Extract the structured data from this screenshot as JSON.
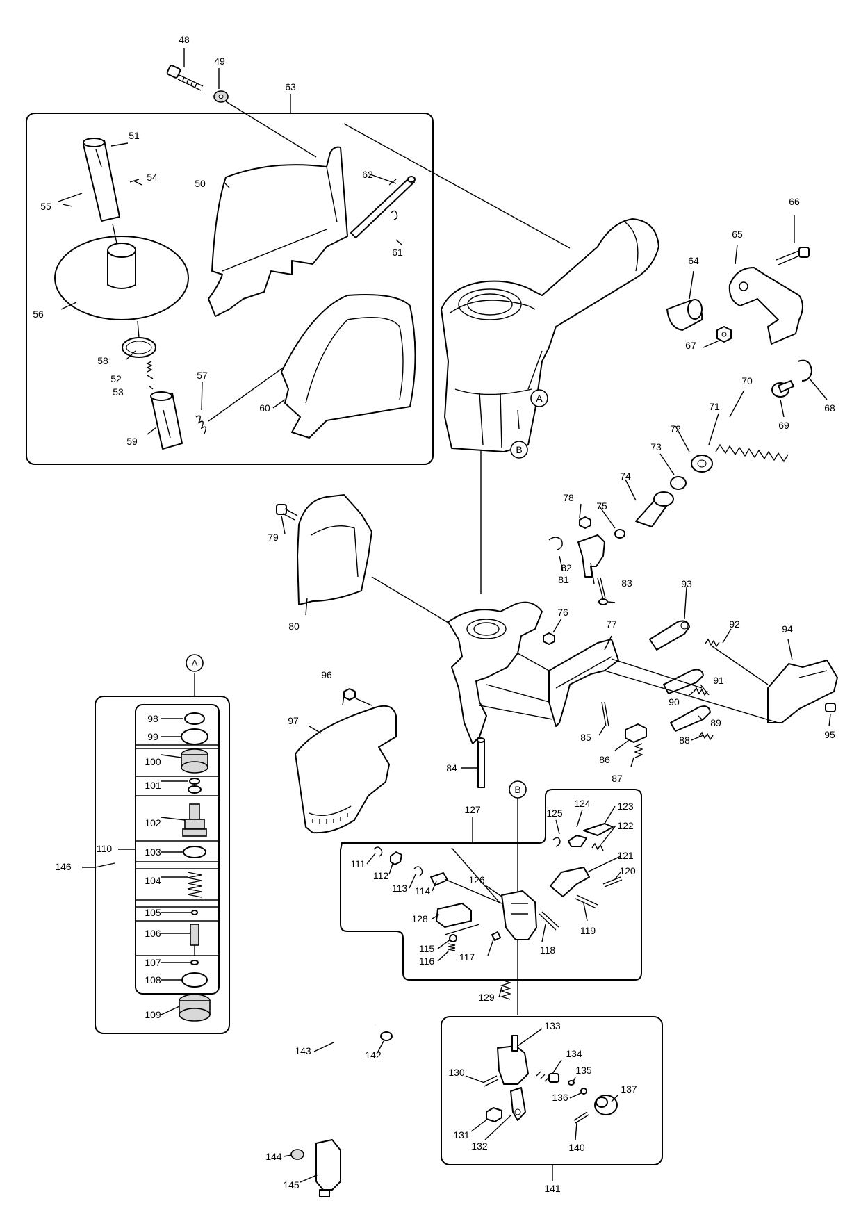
{
  "labels": {
    "p48": "48",
    "p49": "49",
    "p63": "63",
    "p51": "51",
    "p54": "54",
    "p55": "55",
    "p50": "50",
    "p62": "62",
    "p61": "61",
    "p56": "56",
    "p58": "58",
    "p52": "52",
    "p53": "53",
    "p57": "57",
    "p59": "59",
    "p60": "60",
    "p66": "66",
    "p65": "65",
    "p64": "64",
    "p67": "67",
    "p68": "68",
    "p69": "69",
    "p70": "70",
    "p71": "71",
    "p72": "72",
    "p73": "73",
    "p74": "74",
    "p75": "75",
    "p78": "78",
    "p79": "79",
    "p80": "80",
    "p81": "81",
    "p82": "82",
    "p83": "83",
    "p76": "76",
    "p77": "77",
    "p93": "93",
    "p92": "92",
    "p94": "94",
    "p91": "91",
    "p90": "90",
    "p89": "89",
    "p88": "88",
    "p95": "95",
    "p85": "85",
    "p86": "86",
    "p87": "87",
    "p84": "84",
    "p96": "96",
    "p97": "97",
    "p146": "146",
    "p110": "110",
    "p98": "98",
    "p99": "99",
    "p100": "100",
    "p101": "101",
    "p102": "102",
    "p103": "103",
    "p104": "104",
    "p105": "105",
    "p106": "106",
    "p107": "107",
    "p108": "108",
    "p109": "109",
    "p127": "127",
    "p125": "125",
    "p124": "124",
    "p123": "123",
    "p122": "122",
    "p121": "121",
    "p120": "120",
    "p111": "111",
    "p112": "112",
    "p113": "113",
    "p114": "114",
    "p126": "126",
    "p128": "128",
    "p115": "115",
    "p116": "116",
    "p117": "117",
    "p118": "118",
    "p119": "119",
    "p129": "129",
    "p130": "130",
    "p133": "133",
    "p134": "134",
    "p135": "135",
    "p136": "136",
    "p137": "137",
    "p131": "131",
    "p132": "132",
    "p140": "140",
    "p141": "141",
    "p142": "142",
    "p143": "143",
    "p144": "144",
    "p145": "145"
  },
  "refs": {
    "a_main": "A",
    "b_main": "B",
    "a_box": "A",
    "b_box": "B"
  }
}
